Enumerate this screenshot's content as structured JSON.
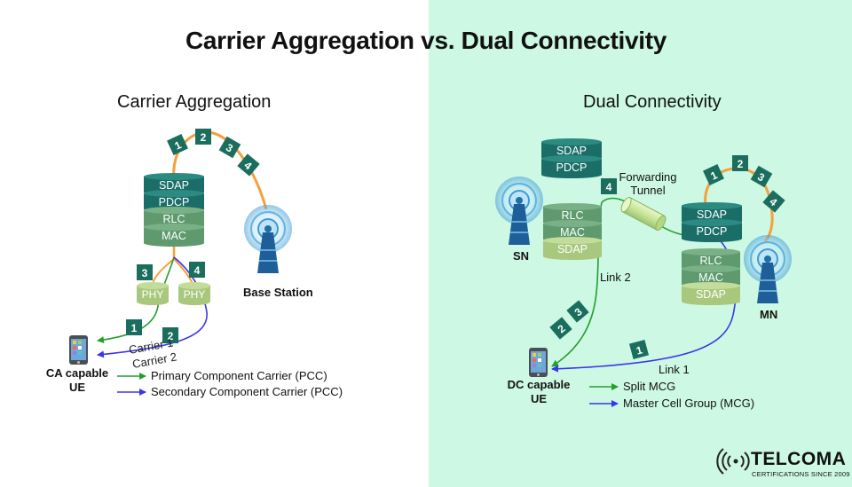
{
  "title": "Carrier Aggregation vs. Dual Connectivity",
  "ca": {
    "title": "Carrier Aggregation",
    "stack": [
      "SDAP",
      "PDCP",
      "RLC",
      "MAC"
    ],
    "phy": [
      "PHY",
      "PHY"
    ],
    "arc_steps": [
      "1",
      "2",
      "3",
      "4"
    ],
    "phy_steps": [
      "3",
      "4"
    ],
    "carrier_steps": [
      "1",
      "2"
    ],
    "base_station_label": "Base Station",
    "carrier1": "Carrier 1",
    "carrier2": "Carrier 2",
    "ue_label": [
      "CA capable",
      "UE"
    ],
    "legend": [
      {
        "text": "Primary Component Carrier (PCC)",
        "color": "#22a02a"
      },
      {
        "text": "Secondary Component Carrier (PCC)",
        "color": "#3a36e8"
      }
    ]
  },
  "dc": {
    "title": "Dual Connectivity",
    "sn_upper": [
      "SDAP",
      "PDCP"
    ],
    "sn_lower": [
      "RLC",
      "MAC",
      "SDAP"
    ],
    "mn_upper": [
      "SDAP",
      "PDCP"
    ],
    "mn_lower": [
      "RLC",
      "MAC",
      "SDAP"
    ],
    "forwarding": [
      "Forwarding",
      "Tunnel"
    ],
    "sn_label": "SN",
    "mn_label": "MN",
    "arc_steps": [
      "1",
      "2",
      "3",
      "4"
    ],
    "tunnel_step": "4",
    "link2_steps": [
      "2",
      "3"
    ],
    "link1_step": "1",
    "link2": "Link 2",
    "link1": "Link 1",
    "ue_label": [
      "DC capable",
      "UE"
    ],
    "legend": [
      {
        "text": "Split MCG",
        "color": "#22a02a"
      },
      {
        "text": "Master Cell Group (MCG)",
        "color": "#3a36e8"
      }
    ]
  },
  "brand": {
    "name": "TELCOMA",
    "tagline": "CERTIFICATIONS SINCE 2009"
  },
  "colors": {
    "dark_teal": "#1b6e68",
    "layer_green": "#5e9a6e",
    "light_green": "#a9c77d",
    "badge": "#1b6e5e",
    "orange": "#f5a03a",
    "green": "#22a02a",
    "blue": "#3a36e8",
    "right_bg": "#cdf8e4"
  }
}
